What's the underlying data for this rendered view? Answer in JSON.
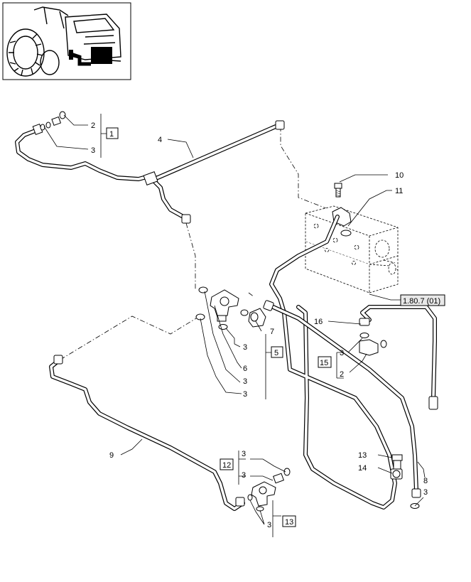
{
  "labels": {
    "c1": "1",
    "c2": "2",
    "c3": "3",
    "c4": "4",
    "c5": "5",
    "c6": "6",
    "c7": "7",
    "c8": "8",
    "c9": "9",
    "c10": "10",
    "c11": "11",
    "c12": "12",
    "c13": "13",
    "c14": "14",
    "c15": "15",
    "c16": "16",
    "ref": "1.80.7 (01)"
  }
}
